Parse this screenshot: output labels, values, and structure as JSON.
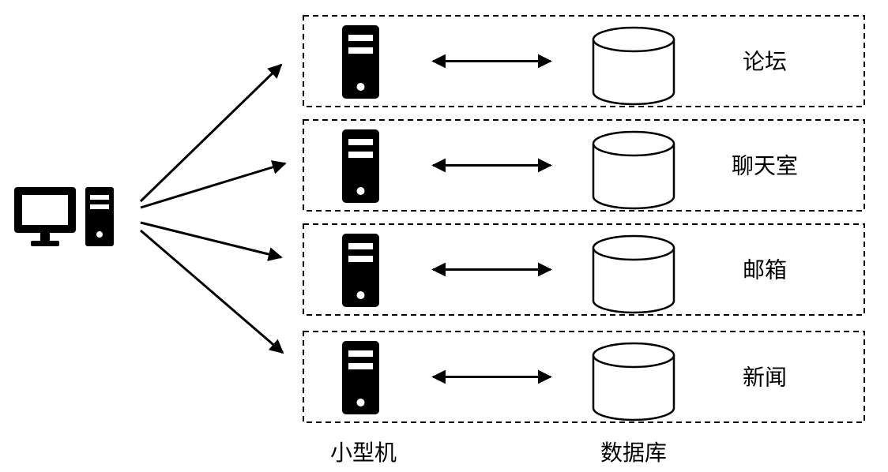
{
  "services": [
    {
      "label": "论坛"
    },
    {
      "label": "聊天室"
    },
    {
      "label": "邮箱"
    },
    {
      "label": "新闻"
    }
  ],
  "column_labels": {
    "server": "小型机",
    "database": "数据库"
  },
  "colors": {
    "ink": "#000000",
    "background": "#ffffff"
  },
  "icons": {
    "client": "desktop-computer-icon",
    "server": "server-tower-icon",
    "database": "database-cylinder-icon"
  }
}
